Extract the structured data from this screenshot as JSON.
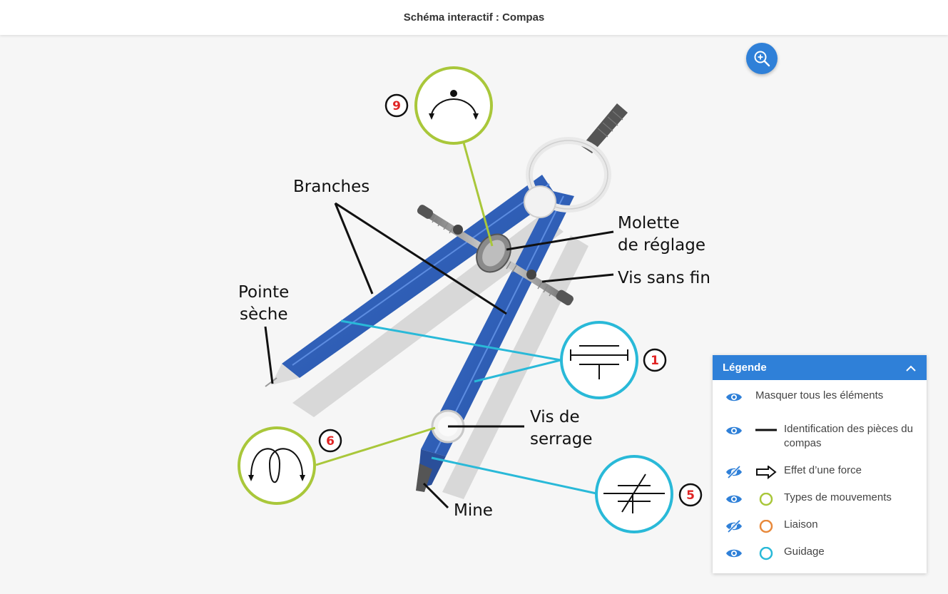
{
  "header": {
    "title": "Schéma interactif : Compas"
  },
  "colors": {
    "accent": "#2f80d8",
    "green": "#a9c73a",
    "cyan": "#29b9d8",
    "orange": "#e8893b",
    "arm": "#2f5fb8"
  },
  "diagram": {
    "labels": {
      "branches": "Branches",
      "pointe_line1": "Pointe",
      "pointe_line2": "sèche",
      "molette_line1": "Molette",
      "molette_line2": "de réglage",
      "vis_sans_fin": "Vis sans fin",
      "vis_serrage_line1": "Vis de",
      "vis_serrage_line2": "serrage",
      "mine": "Mine"
    },
    "badges": {
      "b9": "9",
      "b1": "1",
      "b6": "6",
      "b5": "5"
    }
  },
  "legend": {
    "title": "Légende",
    "items": [
      {
        "label": "Masquer tous les éléments",
        "visible": true
      },
      {
        "label": "Identification des pièces du compas",
        "visible": true,
        "symbol": "line"
      },
      {
        "label": "Effet d’une force",
        "visible": false,
        "symbol": "arrow"
      },
      {
        "label": "Types de mouvements",
        "visible": true,
        "symbol": "circle-green"
      },
      {
        "label": "Liaison",
        "visible": false,
        "symbol": "circle-orange"
      },
      {
        "label": "Guidage",
        "visible": true,
        "symbol": "circle-cyan"
      }
    ]
  }
}
